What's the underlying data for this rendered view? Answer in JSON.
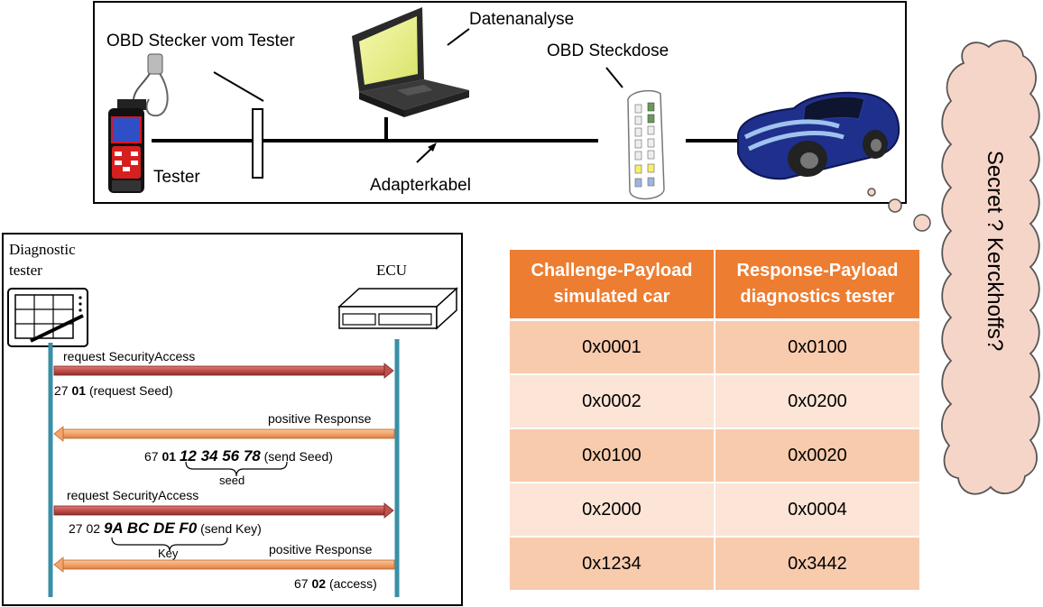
{
  "top_diagram": {
    "label_obd_plug": "OBD Stecker vom Tester",
    "label_data_analysis": "Datenanalyse",
    "label_obd_socket": "OBD Steckdose",
    "label_tester": "Tester",
    "label_adapter_cable": "Adapterkabel"
  },
  "sequence": {
    "tester_label_line1": "Diagnostic",
    "tester_label_line2": "tester",
    "ecu_label": "ECU",
    "msg1_title": "request SecurityAccess",
    "msg1_prefix": "27",
    "msg1_bold": "01",
    "msg1_suffix": "(request Seed)",
    "msg2_title": "positive Response",
    "msg2_prefix": "67",
    "msg2_bold": "01",
    "msg2_value": "12 34 56 78",
    "msg2_suffix": "(send Seed)",
    "msg2_brace": "seed",
    "msg3_title": "request SecurityAccess",
    "msg3_prefix": "27  02",
    "msg3_value": "9A  BC  DE  F0",
    "msg3_suffix": "(send Key)",
    "msg3_brace": "Key",
    "msg4_title": "positive Response",
    "msg4_prefix": "67",
    "msg4_bold": "02",
    "msg4_suffix": "(access)"
  },
  "table": {
    "header_left_line1": "Challenge-Payload",
    "header_left_line2": "simulated car",
    "header_right_line1": "Response-Payload",
    "header_right_line2": "diagnostics tester",
    "rows": [
      [
        "0x0001",
        "0x0100"
      ],
      [
        "0x0002",
        "0x0200"
      ],
      [
        "0x0100",
        "0x0020"
      ],
      [
        "0x2000",
        "0x0004"
      ],
      [
        "0x1234",
        "0x3442"
      ]
    ]
  },
  "thought_cloud": {
    "text": "Secret ? Kerckhoffs?"
  },
  "colors": {
    "header_orange": "#ed7d31",
    "row_dark": "#f8cbad",
    "row_light": "#fce4d6",
    "cloud_fill": "#f6d5c9",
    "lifeline_teal": "#3a8fa6",
    "arrow_red": "#c0504d",
    "arrow_orange": "#f4a46b",
    "car_blue": "#1f2f8c"
  }
}
